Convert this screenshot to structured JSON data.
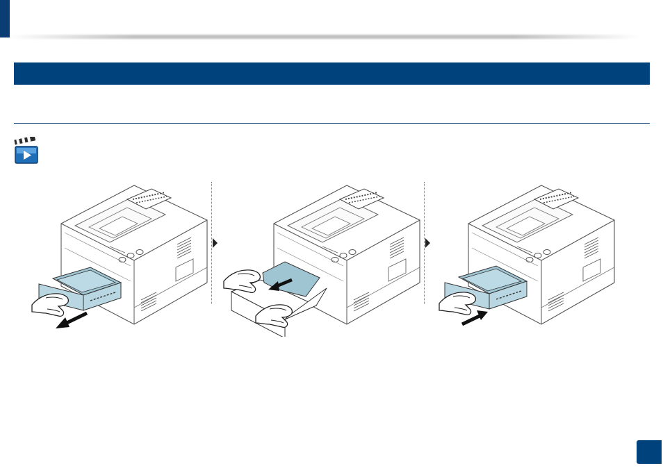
{
  "header": {
    "section_title": "",
    "subtitle": ""
  },
  "icons": {
    "video": "video-clapper-play-icon"
  },
  "figures": [
    {
      "name": "pull-out-tray",
      "arrow": "pull-arrow-icon"
    },
    {
      "name": "remove-jammed-paper",
      "arrow": "remove-paper-arrow-icon"
    },
    {
      "name": "insert-tray",
      "arrow": "push-arrow-icon"
    }
  ],
  "colors": {
    "brand_blue": "#00427b",
    "paper_blue": "#9fc4d2"
  },
  "page_number": ""
}
